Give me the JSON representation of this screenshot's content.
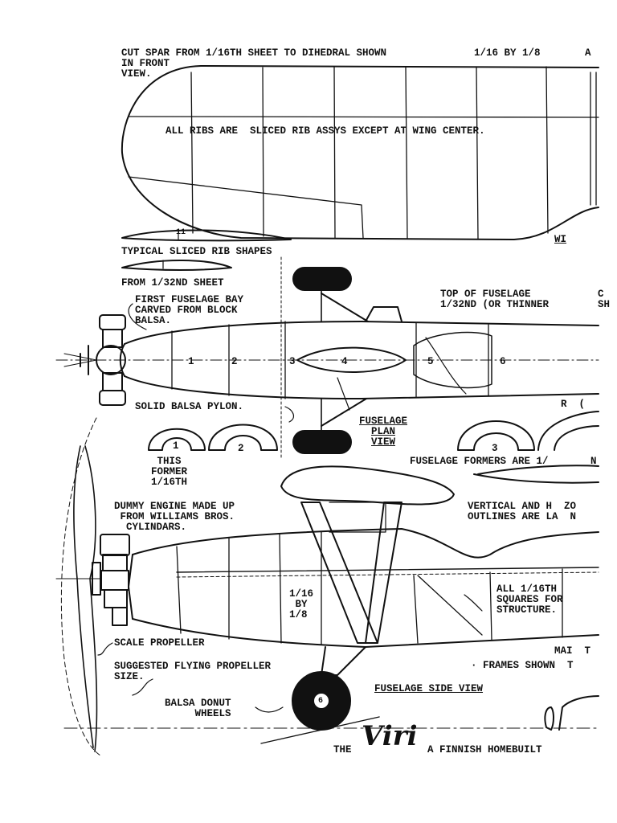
{
  "labels": {
    "cut_spar": "CUT SPAR FROM 1/16TH SHEET TO DIHEDRAL SHOWN\nIN FRONT\nVIEW.",
    "spar_size": "1/16 BY 1/8",
    "spar_tail": "A",
    "all_ribs": "ALL RIBS ARE  SLICED RIB ASSYS EXCEPT AT WING CENTER.",
    "wing_tail": "WI",
    "typical_rib": "TYPICAL SLICED RIB SHAPES",
    "from_sheet": "FROM 1/32ND SHEET",
    "first_bay": "FIRST FUSELAGE BAY\nCARVED FROM BLOCK\nBALSA.",
    "top_fuselage": "TOP OF FUSELAGE\n1/32ND (OR THINNER",
    "top_tail": "C\nSH",
    "solid_pylon": "SOLID BALSA PYLON.",
    "plan_view": "FUSELAGE\nPLAN\nVIEW",
    "r_tail": "R  (",
    "this_former": "THIS\nFORMER\n1/16TH",
    "formers_are": "FUSELAGE FORMERS ARE 1/",
    "formers_tail": "N",
    "dummy_engine": "DUMMY ENGINE MADE UP\n FROM WILLIAMS BROS.\n  CYLINDARS.",
    "vertical": "VERTICAL AND H  ZO\nOUTLINES ARE LA  N",
    "strut_size": "1/16\n BY\n1/8",
    "all_squares": "ALL 1/16TH\nSQUARES FOR\nSTRUCTURE.",
    "scale_prop": "SCALE PROPELLER",
    "suggested": "SUGGESTED FLYING PROPELLER\nSIZE.",
    "mai": "MAI  T",
    "frames_shown": "· FRAMES SHOWN  T",
    "side_view": "FUSELAGE SIDE VIEW",
    "donut": "BALSA DONUT\n     WHEELS",
    "the": "THE",
    "name": "Viri",
    "finnish": "A FINNISH HOMEBUILT"
  },
  "numbers": {
    "plan": [
      "1",
      "2",
      "3",
      "4",
      "5",
      "6"
    ],
    "formers": [
      "1",
      "2",
      "3"
    ],
    "wing_rib": "11",
    "wheel": "6"
  },
  "colors": {
    "ink": "#111111",
    "paper": "#ffffff"
  }
}
